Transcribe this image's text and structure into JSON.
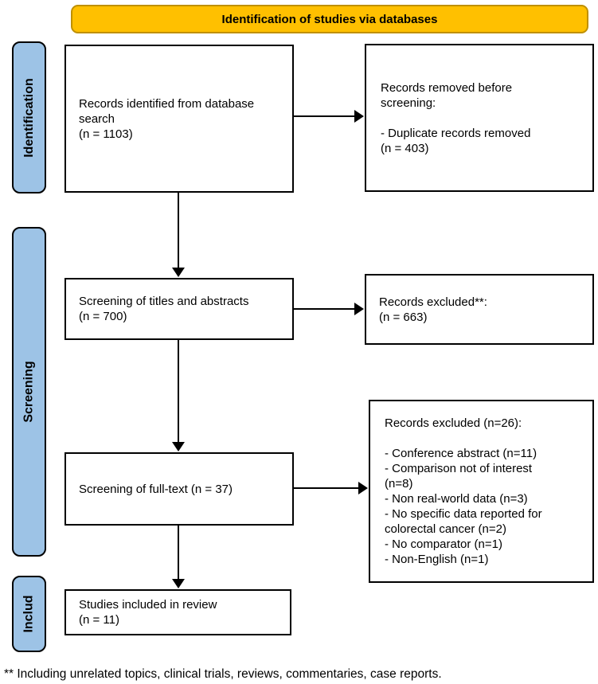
{
  "banner": {
    "label": "Identification of studies via databases"
  },
  "colors": {
    "banner_fill": "#FFC000",
    "banner_border": "#BF9000",
    "stage_fill": "#9DC3E6",
    "box_border": "#000000",
    "box_fill": "#FFFFFF"
  },
  "stages": [
    {
      "label": "Identification"
    },
    {
      "label": "Screening"
    },
    {
      "label": "Includ"
    }
  ],
  "boxes": {
    "records_identified": {
      "text": "Records identified from database\nsearch\n(n = 1103)"
    },
    "records_removed": {
      "text": "Records removed before\nscreening:\n\n- Duplicate records removed\n(n = 403)"
    },
    "title_abstract_screening": {
      "text": "Screening of titles and abstracts\n(n = 700)"
    },
    "records_excluded_titles": {
      "text": "Records excluded**:\n(n = 663)"
    },
    "fulltext_screening": {
      "text": "Screening of full-text (n = 37)"
    },
    "records_excluded_fulltext": {
      "text": "Records excluded (n=26):\n\n- Conference abstract (n=11)\n- Comparison not of interest\n(n=8)\n- Non real-world data (n=3)\n- No specific data reported for\ncolorectal cancer (n=2)\n- No comparator (n=1)\n- Non-English (n=1)"
    },
    "studies_included": {
      "text": "Studies included in review\n(n = 11)"
    }
  },
  "footnote": "** Including unrelated topics, clinical trials, reviews, commentaries, case reports."
}
